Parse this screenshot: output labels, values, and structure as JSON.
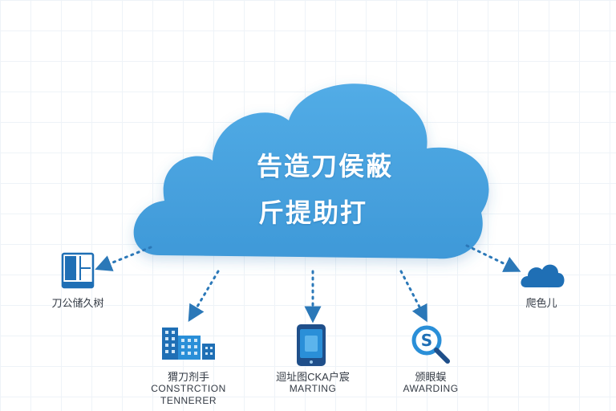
{
  "cloud": {
    "line1": "告造刀侯蔽",
    "line2": "斤提助打"
  },
  "nodes": {
    "left_server": {
      "label": "刀公储久树",
      "icon": "server-rack-icon"
    },
    "buildings": {
      "label": "猬刀剂手",
      "sub1": "CONSTRCTION",
      "sub2": "TENNERER",
      "icon": "buildings-icon"
    },
    "tablet": {
      "label": "迴址图CKA户宸",
      "sub1": "MARTING",
      "icon": "tablet-icon"
    },
    "search": {
      "label": "颁眼蜈",
      "sub1": "AWARDING",
      "icon": "search-magnifier-icon"
    },
    "right_cloud": {
      "label": "爬色儿",
      "icon": "small-cloud-icon"
    }
  },
  "colors": {
    "cloud": "#4aa3df",
    "cloud_dark": "#3b93d1",
    "icon_blue": "#1f6fb5",
    "accent": "#2a8fd8",
    "arrow": "#2b78b8"
  }
}
